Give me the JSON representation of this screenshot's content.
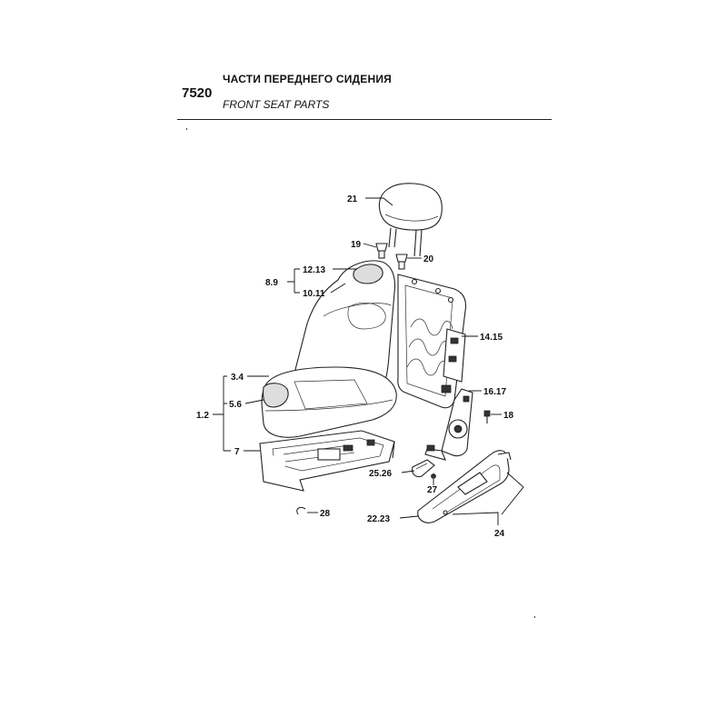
{
  "header": {
    "section_number": "7520",
    "title_ru": "ЧАСТИ ПЕРЕДНЕГО СИДЕНИЯ",
    "title_en": "FRONT SEAT PARTS"
  },
  "callouts": {
    "c21": "21",
    "c19": "19",
    "c20": "20",
    "c12_13": "12.13",
    "c8_9": "8.9",
    "c10_11": "10.11",
    "c14_15": "14.15",
    "c3_4": "3.4",
    "c1_2": "1.2",
    "c5_6": "5.6",
    "c16_17": "16.17",
    "c18": "18",
    "c7": "7",
    "c25_26": "25.26",
    "c27": "27",
    "c22_23": "22.23",
    "c24": "24",
    "c28": "28"
  }
}
